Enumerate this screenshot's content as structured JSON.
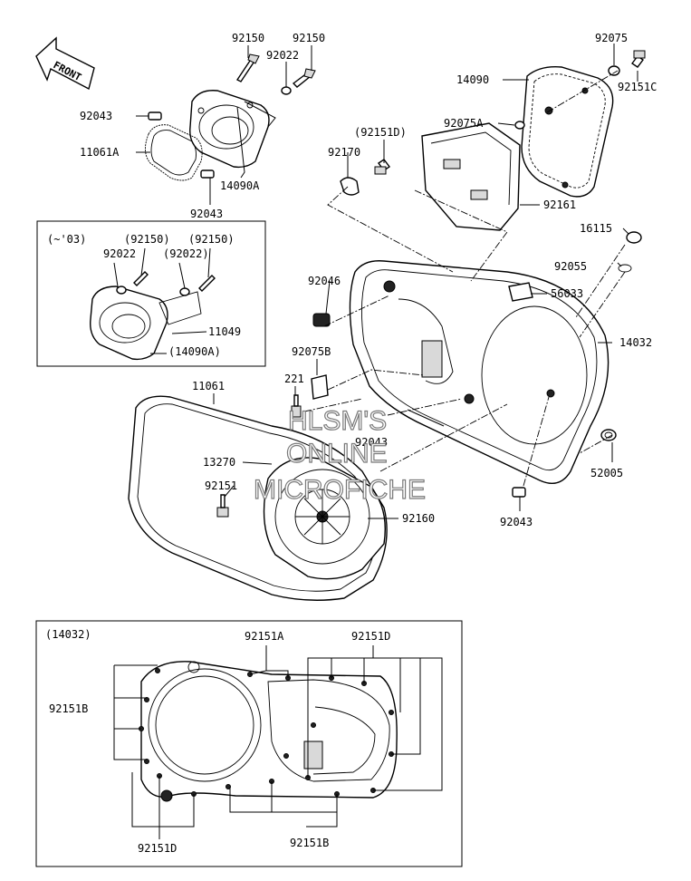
{
  "front_arrow": {
    "label": "FRONT"
  },
  "labels": {
    "p92150_a": "92150",
    "p92150_b": "92150",
    "p92022": "92022",
    "p92043_a": "92043",
    "p11061a": "11061A",
    "p14090a": "14090A",
    "p92043_b": "92043",
    "p92075": "92075",
    "p14090": "14090",
    "p92151c": "92151C",
    "p92075a": "92075A",
    "p92151d_top": "(92151D)",
    "p92170": "92170",
    "p92161": "92161",
    "p16115": "16115",
    "p92055": "92055",
    "p92046": "92046",
    "p56033": "56033",
    "p14032": "14032",
    "p92075b": "92075B",
    "p221": "221",
    "p11061": "11061",
    "p92043_c": "92043",
    "p13270": "13270",
    "p92151": "92151",
    "p92160": "92160",
    "p52005": "52005",
    "p92043_d": "92043"
  },
  "inset_early": {
    "title": "(~'03)",
    "p92150_a": "(92150)",
    "p92150_b": "(92150)",
    "p92022_a": "92022",
    "p92022_b": "(92022)",
    "p11049": "11049",
    "p14090a": "(14090A)"
  },
  "inset_cover": {
    "title": "(14032)",
    "p92151a": "92151A",
    "p92151d_top": "92151D",
    "p92151b_left": "92151B",
    "p92151d_bottom": "92151D",
    "p92151b_bottom": "92151B"
  },
  "watermark": {
    "line1": "HLSM'S",
    "line2": "ONLINE",
    "line3": "MICROFICHE"
  }
}
